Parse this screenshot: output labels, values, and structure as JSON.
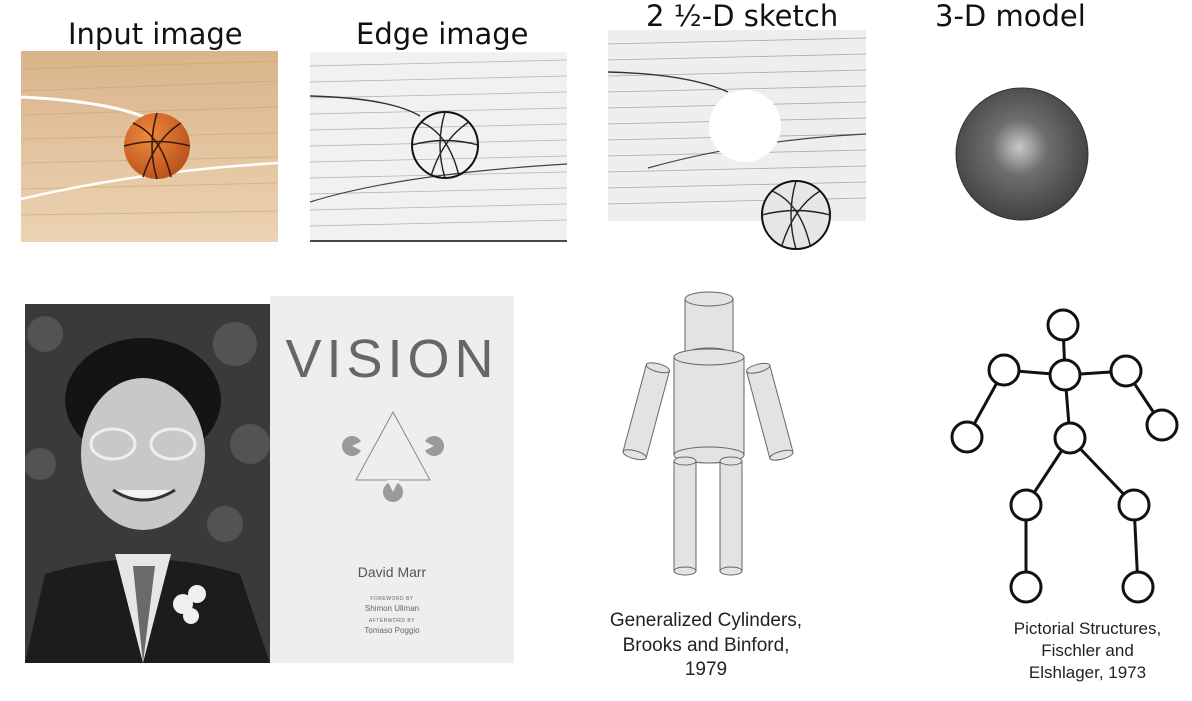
{
  "stages": {
    "input": "Input image",
    "edge": "Edge image",
    "sketch": "2 ½-D sketch",
    "model": "3-D model"
  },
  "book": {
    "title": "VISION",
    "author": "David Marr",
    "foreword_label": "FOREWORD BY",
    "foreword_name": "Shimon Ullman",
    "afterword_label": "AFTERWORD BY",
    "afterword_name": "Tomaso Poggio"
  },
  "captions": {
    "cylinders": [
      "Generalized Cylinders,",
      "Brooks and Binford,",
      "1979"
    ],
    "pictorial": [
      "Pictorial Structures,",
      "Fischler and",
      "Elshlager, 1973"
    ]
  },
  "colors": {
    "ball": "#d86a24",
    "floor": "#e7c9a2",
    "cylinder_fill": "#e3e3e3",
    "sphere": "#4a4a4a"
  }
}
